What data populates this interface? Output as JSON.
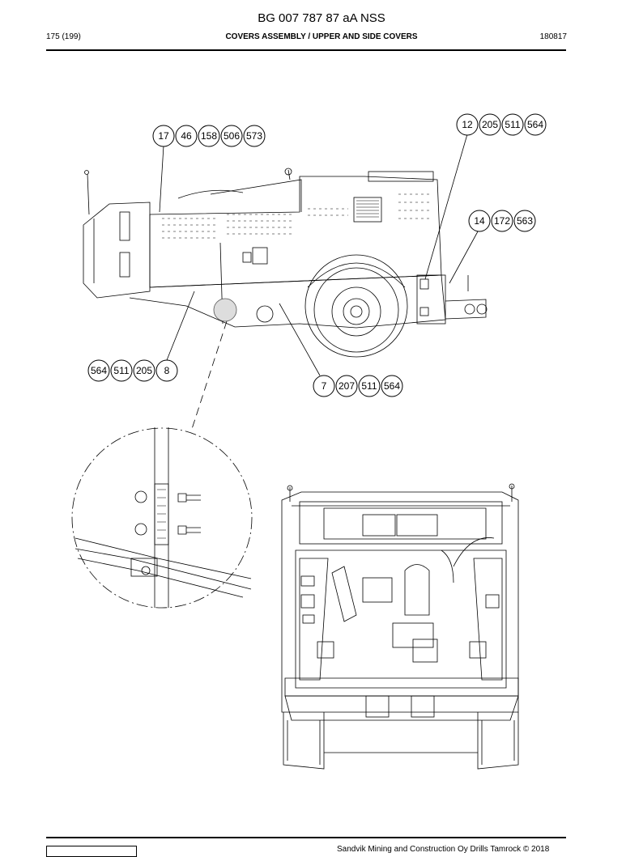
{
  "header": {
    "doc_title": "BG 007 787 87 aA NSS",
    "page": "175 (199)",
    "section": "COVERS ASSEMBLY / UPPER AND SIDE COVERS",
    "date": "180817"
  },
  "callout_groups": [
    {
      "labels": [
        "17",
        "46",
        "158",
        "506",
        "573"
      ]
    },
    {
      "labels": [
        "12",
        "205",
        "511",
        "564"
      ]
    },
    {
      "labels": [
        "14",
        "172",
        "563"
      ]
    },
    {
      "labels": [
        "564",
        "511",
        "205",
        "8"
      ]
    },
    {
      "labels": [
        "7",
        "207",
        "511",
        "564"
      ]
    }
  ],
  "footer": {
    "copyright": "Sandvik Mining and Construction Oy Drills Tamrock © 2018"
  }
}
